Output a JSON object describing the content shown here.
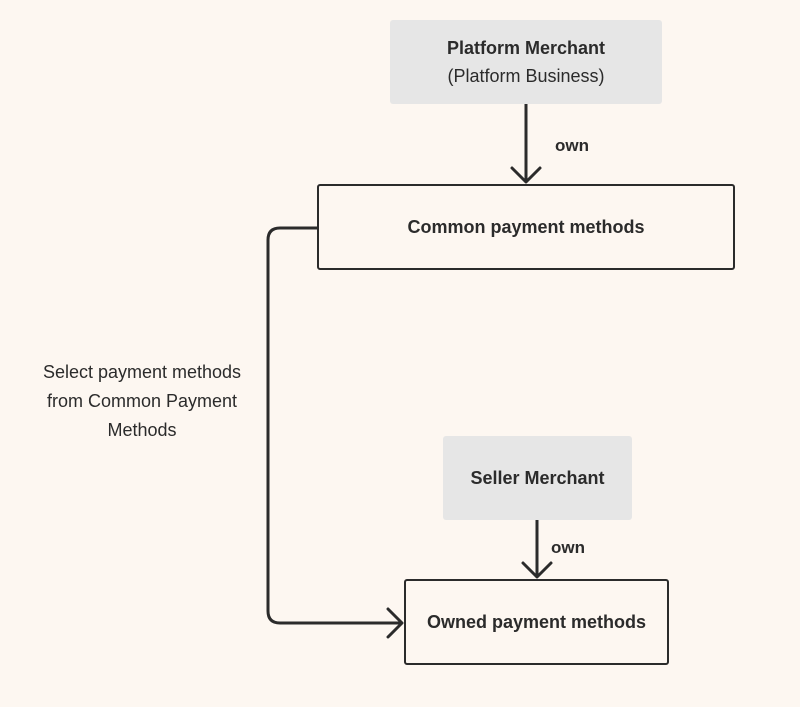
{
  "nodes": {
    "platform_merchant": {
      "title": "Platform Merchant",
      "subtitle": "(Platform Business)"
    },
    "common_payment_methods": {
      "label": "Common payment methods"
    },
    "seller_merchant": {
      "title": "Seller Merchant"
    },
    "owned_payment_methods": {
      "label": "Owned payment methods"
    }
  },
  "edges": {
    "platform_to_common": {
      "label": "own"
    },
    "seller_to_owned": {
      "label": "own"
    },
    "common_to_owned": {
      "label_lines": [
        "Select payment methods",
        "from Common Payment",
        "Methods"
      ]
    }
  },
  "colors": {
    "background": "#fdf7f1",
    "filled_node": "#e6e6e6",
    "stroke": "#2b2b2b"
  }
}
